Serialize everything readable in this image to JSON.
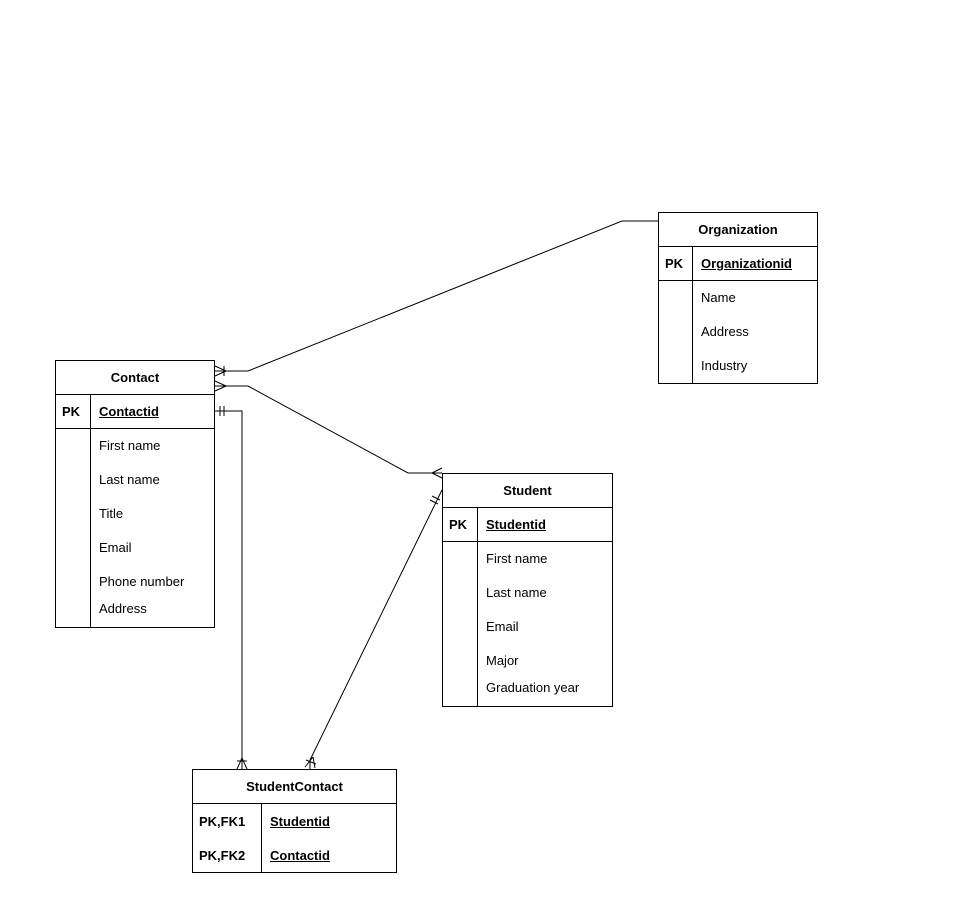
{
  "entities": {
    "organization": {
      "title": "Organization",
      "pk_label": "PK",
      "pk_field": "Organizationid",
      "attributes": [
        "Name",
        "Address",
        "Industry"
      ]
    },
    "contact": {
      "title": "Contact",
      "pk_label": "PK",
      "pk_field": "Contactid",
      "attributes": [
        "First name",
        "Last name",
        "Title",
        "Email",
        "Phone number",
        "Address"
      ]
    },
    "student": {
      "title": "Student",
      "pk_label": "PK",
      "pk_field": "Studentid",
      "attributes": [
        "First name",
        "Last name",
        "Email",
        "Major",
        "Graduation year"
      ]
    },
    "studentcontact": {
      "title": "StudentContact",
      "keys": [
        {
          "label": "PK,FK1",
          "field": "Studentid"
        },
        {
          "label": "PK,FK2",
          "field": "Contactid"
        }
      ]
    }
  },
  "relationships": [
    {
      "from": "Contact",
      "to": "Organization",
      "from_end": "one-or-many",
      "to_end": "none"
    },
    {
      "from": "Contact",
      "to": "Student",
      "from_end": "many",
      "to_end": "many"
    },
    {
      "from": "Contact",
      "to": "StudentContact",
      "from_end": "one-and-only-one",
      "to_end": "one-or-many"
    },
    {
      "from": "Student",
      "to": "StudentContact",
      "from_end": "one-and-only-one",
      "to_end": "one-or-many"
    }
  ]
}
